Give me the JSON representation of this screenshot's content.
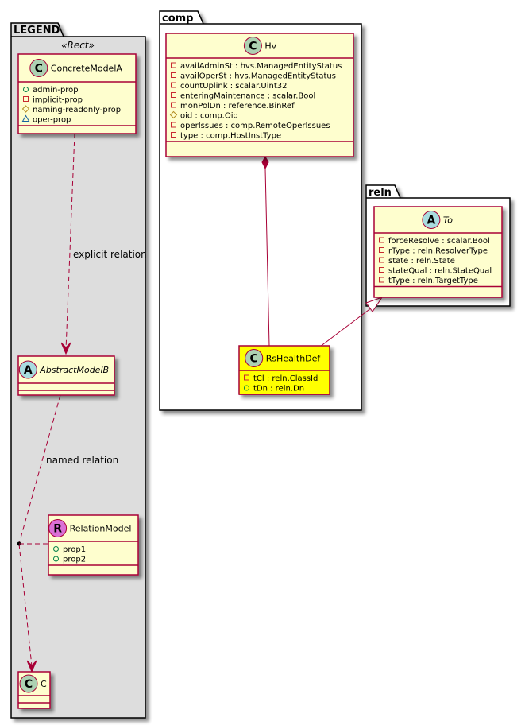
{
  "diagram": {
    "type": "uml-class-diagram",
    "colors": {
      "class_fill": "#fefece",
      "class_border": "#a80036",
      "highlight_fill": "#ffff00",
      "legend_package_fill": "#dddddd",
      "package_border": "#000000",
      "circle_class": "#add1b2",
      "circle_abstract": "#a9dcdf",
      "circle_relation": "#da70d6",
      "edge_color": "#a80036",
      "vis_private": "#c82930",
      "vis_public": "#038048",
      "vis_protected": "#b38d22",
      "vis_package": "#1963a0"
    },
    "packages": [
      {
        "id": "legend",
        "label": "LEGEND",
        "stereotype": "«Rect»"
      },
      {
        "id": "comp",
        "label": "comp"
      },
      {
        "id": "reln",
        "label": "reln"
      }
    ],
    "classes": [
      {
        "id": "ConcreteModelA",
        "package": "legend",
        "kind": "class",
        "circle": "C",
        "name": "ConcreteModelA",
        "italic": false,
        "highlight": false,
        "attributes": [
          {
            "vis": "public",
            "text": "admin-prop"
          },
          {
            "vis": "private",
            "text": "implicit-prop"
          },
          {
            "vis": "protected",
            "text": "naming-readonly-prop"
          },
          {
            "vis": "package",
            "text": "oper-prop"
          }
        ]
      },
      {
        "id": "AbstractModelB",
        "package": "legend",
        "kind": "abstract",
        "circle": "A",
        "name": "AbstractModelB",
        "italic": true,
        "highlight": false,
        "attributes": []
      },
      {
        "id": "RelationModel",
        "package": "legend",
        "kind": "relation",
        "circle": "R",
        "name": "RelationModel",
        "italic": false,
        "highlight": false,
        "attributes": [
          {
            "vis": "public",
            "text": "prop1"
          },
          {
            "vis": "public",
            "text": "prop2"
          }
        ]
      },
      {
        "id": "C",
        "package": "legend",
        "kind": "class",
        "circle": "C",
        "name": "C",
        "italic": false,
        "highlight": false,
        "attributes": []
      },
      {
        "id": "Hv",
        "package": "comp",
        "kind": "class",
        "circle": "C",
        "name": "Hv",
        "italic": false,
        "highlight": false,
        "attributes": [
          {
            "vis": "private",
            "text": "availAdminSt : hvs.ManagedEntityStatus"
          },
          {
            "vis": "private",
            "text": "availOperSt : hvs.ManagedEntityStatus"
          },
          {
            "vis": "private",
            "text": "countUplink : scalar.Uint32"
          },
          {
            "vis": "private",
            "text": "enteringMaintenance : scalar.Bool"
          },
          {
            "vis": "private",
            "text": "monPolDn : reference.BinRef"
          },
          {
            "vis": "protected",
            "text": "oid : comp.Oid"
          },
          {
            "vis": "private",
            "text": "operIssues : comp.RemoteOperIssues"
          },
          {
            "vis": "private",
            "text": "type : comp.HostInstType"
          }
        ]
      },
      {
        "id": "RsHealthDef",
        "package": "comp",
        "kind": "class",
        "circle": "C",
        "name": "RsHealthDef",
        "italic": false,
        "highlight": true,
        "attributes": [
          {
            "vis": "private",
            "text": "tCl : reln.ClassId"
          },
          {
            "vis": "public",
            "text": "tDn : reln.Dn"
          }
        ]
      },
      {
        "id": "To",
        "package": "reln",
        "kind": "abstract",
        "circle": "A",
        "name": "To",
        "italic": true,
        "highlight": false,
        "attributes": [
          {
            "vis": "private",
            "text": "forceResolve : scalar.Bool"
          },
          {
            "vis": "private",
            "text": "rType : reln.ResolverType"
          },
          {
            "vis": "private",
            "text": "state : reln.State"
          },
          {
            "vis": "private",
            "text": "stateQual : reln.StateQual"
          },
          {
            "vis": "private",
            "text": "tType : reln.TargetType"
          }
        ]
      }
    ],
    "edges": [
      {
        "id": "explicit",
        "from": "ConcreteModelA",
        "to": "AbstractModelB",
        "style": "dashed-arrow",
        "label": "explicit relation"
      },
      {
        "id": "named",
        "from": "AbstractModelB",
        "to": "C",
        "style": "dashed-arrow",
        "label": "named relation",
        "association_class": "RelationModel"
      },
      {
        "id": "composition",
        "from": "Hv",
        "to": "RsHealthDef",
        "style": "composition"
      },
      {
        "id": "inheritance",
        "from": "RsHealthDef",
        "to": "To",
        "style": "generalization"
      }
    ]
  }
}
